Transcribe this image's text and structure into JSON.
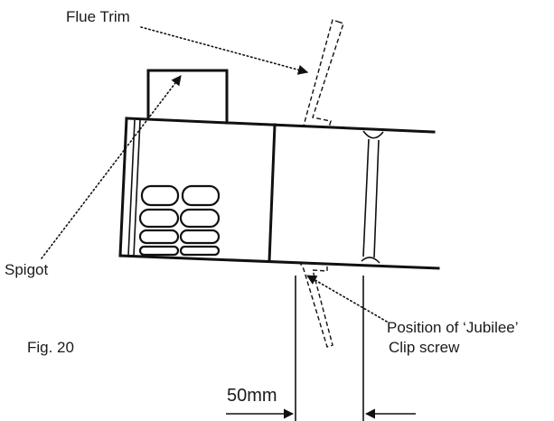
{
  "labels": {
    "flue_trim": "Flue Trim",
    "spigot": "Spigot",
    "figure": "Fig. 20",
    "position_line1": "Position of ‘Jubilee’",
    "position_line2": "Clip screw",
    "dimension": "50mm"
  }
}
